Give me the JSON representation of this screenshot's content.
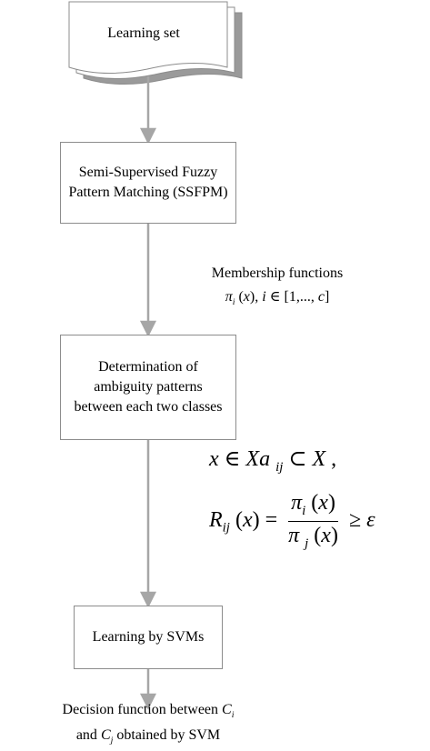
{
  "nodes": {
    "learning_set": "Learning set",
    "ssfpm": "Semi-Supervised Fuzzy Pattern Matching (SSFPM)",
    "ambiguity": "Determination of ambiguity patterns between each two classes",
    "svm_learning": "Learning by SVMs"
  },
  "edge_labels": {
    "membership_title": "Membership functions",
    "ambiguity_set_condition": "x ∈ Xa_ij ⊂ X,",
    "ratio_condition": "R_ij(x) = π_i(x) / π_j(x) ≥ ε"
  },
  "output": {
    "line1": "Decision function between",
    "ci": "C",
    "ci_sub": "i",
    "line2_prefix": "and",
    "cj": "C",
    "cj_sub": "j",
    "line2_suffix": "obtained by SVM"
  },
  "colors": {
    "connector": "#a6a6a6",
    "box_border": "#8c8c8c",
    "doc_shadow": "#9a9a9a"
  }
}
